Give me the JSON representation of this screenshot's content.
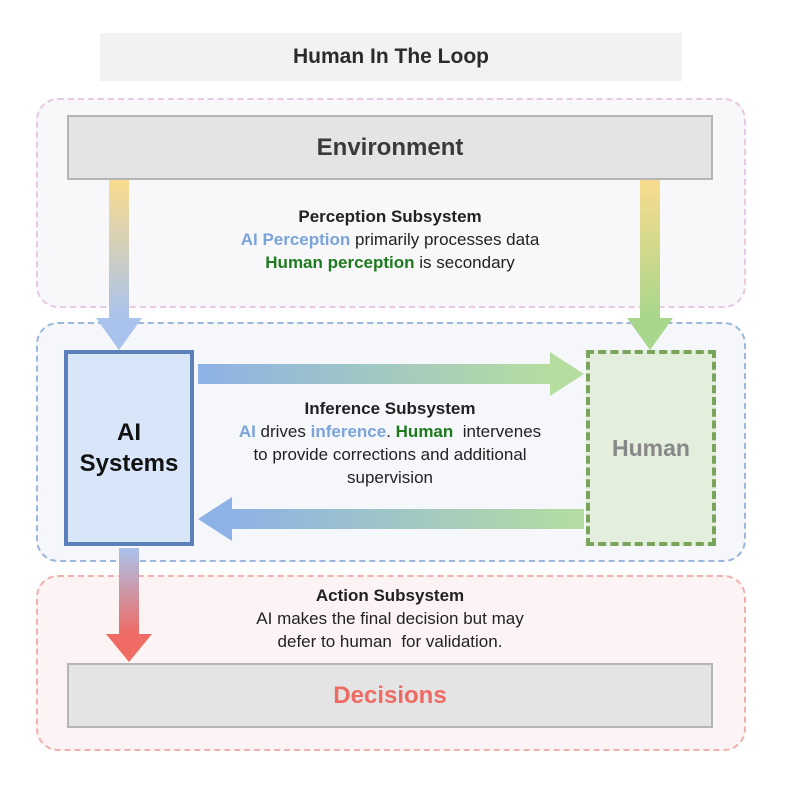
{
  "title": "Human In The Loop",
  "environment_label": "Environment",
  "decisions_label": "Decisions",
  "ai_box": {
    "line1": "AI",
    "line2": "Systems"
  },
  "human_box": "Human",
  "perception": {
    "heading": "Perception Subsystem",
    "l1_a": "AI Perception",
    "l1_b": " primarily processes data",
    "l2_a": "Human perception",
    "l2_b": " is secondary"
  },
  "inference": {
    "heading": "Inference Subsystem",
    "p1": "AI",
    "p2": " drives ",
    "p3": "inference",
    "p4": ". ",
    "p5": "Human",
    "p6": "  intervenes",
    "l2": "to provide corrections and additional",
    "l3": "supervision"
  },
  "action": {
    "heading": "Action Subsystem",
    "l1": "AI makes the final decision but may",
    "l2": "defer to human  for validation."
  },
  "colors": {
    "ai_blue": "#7aa3d8",
    "human_green": "#1e7a1e",
    "decision_red": "#ee6b63"
  }
}
